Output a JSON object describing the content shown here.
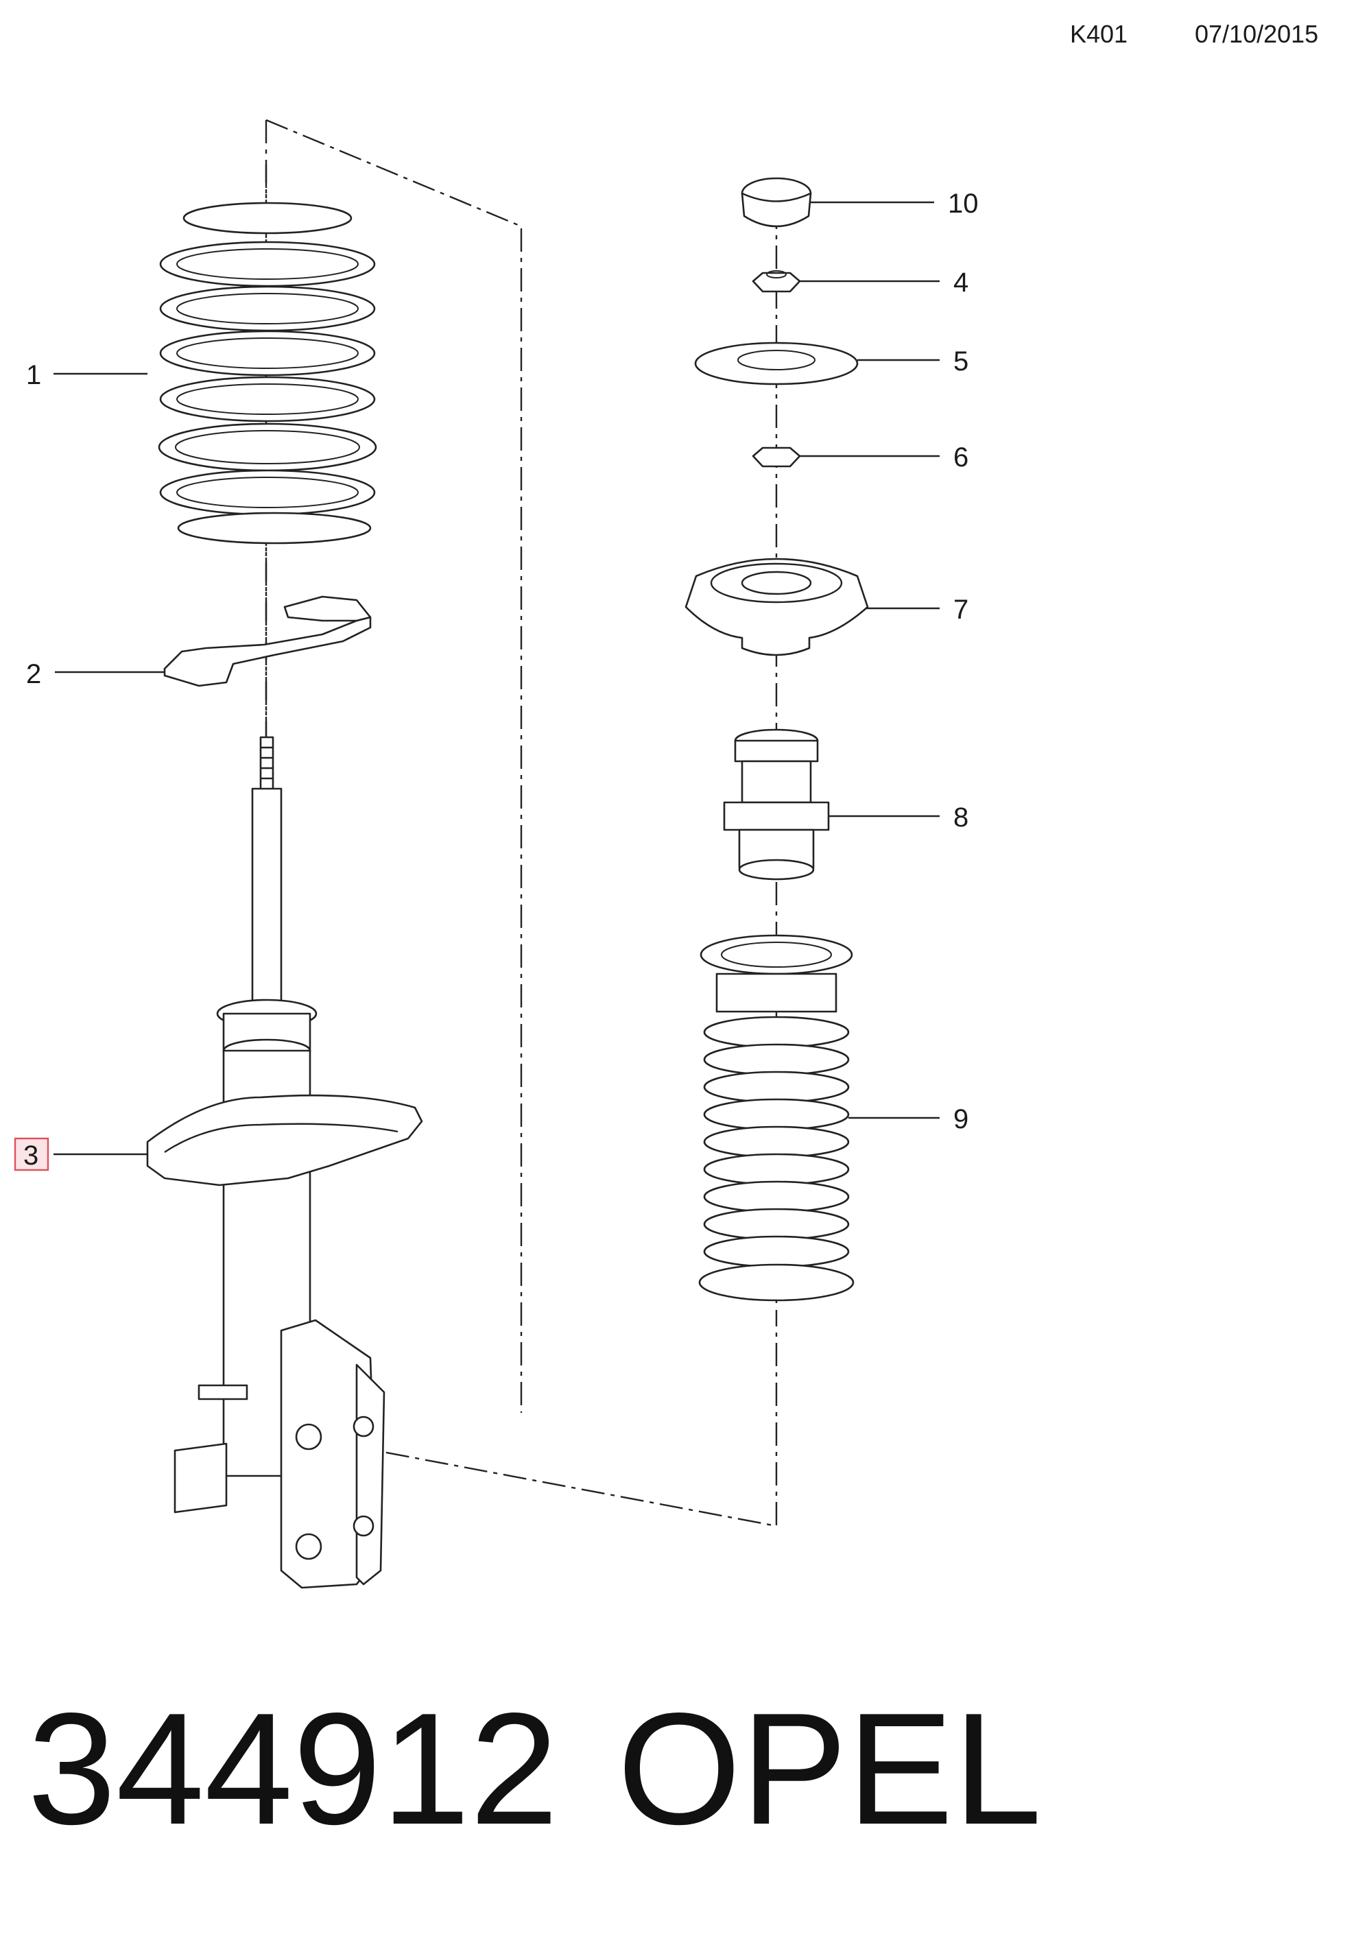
{
  "header": {
    "code": "K401",
    "date": "07/10/2015"
  },
  "callouts": [
    {
      "id": "1",
      "label": "1",
      "part": "coil spring",
      "highlighted": false
    },
    {
      "id": "2",
      "label": "2",
      "part": "spring seat",
      "highlighted": false
    },
    {
      "id": "3",
      "label": "3",
      "part": "shock absorber strut",
      "highlighted": true
    },
    {
      "id": "4",
      "label": "4",
      "part": "nut",
      "highlighted": false
    },
    {
      "id": "5",
      "label": "5",
      "part": "washer",
      "highlighted": false
    },
    {
      "id": "6",
      "label": "6",
      "part": "nut",
      "highlighted": false
    },
    {
      "id": "7",
      "label": "7",
      "part": "strut top mount",
      "highlighted": false
    },
    {
      "id": "8",
      "label": "8",
      "part": "bump stop",
      "highlighted": false
    },
    {
      "id": "9",
      "label": "9",
      "part": "dust boot",
      "highlighted": false
    },
    {
      "id": "10",
      "label": "10",
      "part": "cap",
      "highlighted": false
    }
  ],
  "colors": {
    "line": "#222222",
    "highlight": "#e0505a",
    "highlight_fill": "#fbe4e6"
  },
  "footer": {
    "part_number": "344912",
    "brand": "OPEL"
  }
}
